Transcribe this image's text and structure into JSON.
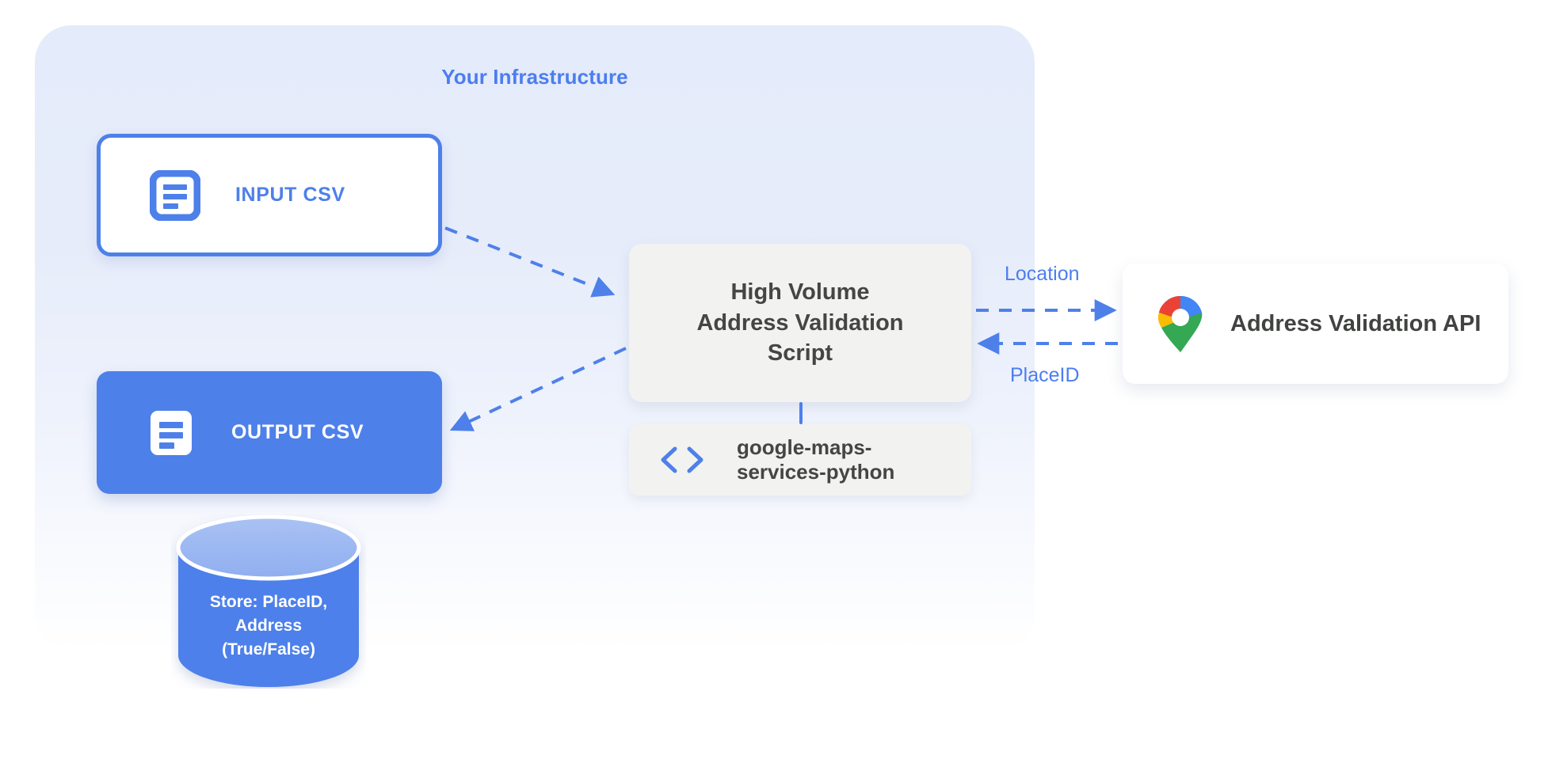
{
  "diagram": {
    "title": "Your Infrastructure",
    "panel": {
      "name": "Your Infrastructure"
    }
  },
  "nodes": {
    "input_csv": {
      "label": "INPUT CSV",
      "icon": "document-icon"
    },
    "output_csv": {
      "label": "OUTPUT CSV",
      "icon": "document-icon"
    },
    "script": {
      "line1": "High Volume",
      "line2": "Address Validation",
      "line3": "Script"
    },
    "library": {
      "line1": "google-maps-",
      "line2": "services-python",
      "icon": "code-brackets-icon"
    },
    "api": {
      "label": "Address Validation API",
      "icon": "google-maps-pin-icon"
    },
    "database": {
      "line1": "Store: PlaceID,",
      "line2": "Address",
      "line3": "(True/False)",
      "icon": "database-cylinder-icon"
    }
  },
  "edges": {
    "input_to_script": {
      "label": "",
      "style": "dashed",
      "direction": "right"
    },
    "script_to_output": {
      "label": "",
      "style": "dashed",
      "direction": "left"
    },
    "script_to_api": {
      "label": "Location",
      "style": "dashed",
      "direction": "right"
    },
    "api_to_script": {
      "label": "PlaceID",
      "style": "dashed",
      "direction": "left"
    },
    "script_to_library": {
      "label": "",
      "style": "solid",
      "direction": "none"
    }
  },
  "colors": {
    "primary_blue": "#4e80ea",
    "title_blue": "#4c7df0",
    "panel_bg": "#e6ecfa",
    "card_gray": "#f2f2f0",
    "text_dark": "#444644",
    "white": "#ffffff",
    "maps_blue": "#4285f4",
    "maps_red": "#ea4335",
    "maps_yellow": "#fbbc04",
    "maps_green": "#34a853"
  }
}
